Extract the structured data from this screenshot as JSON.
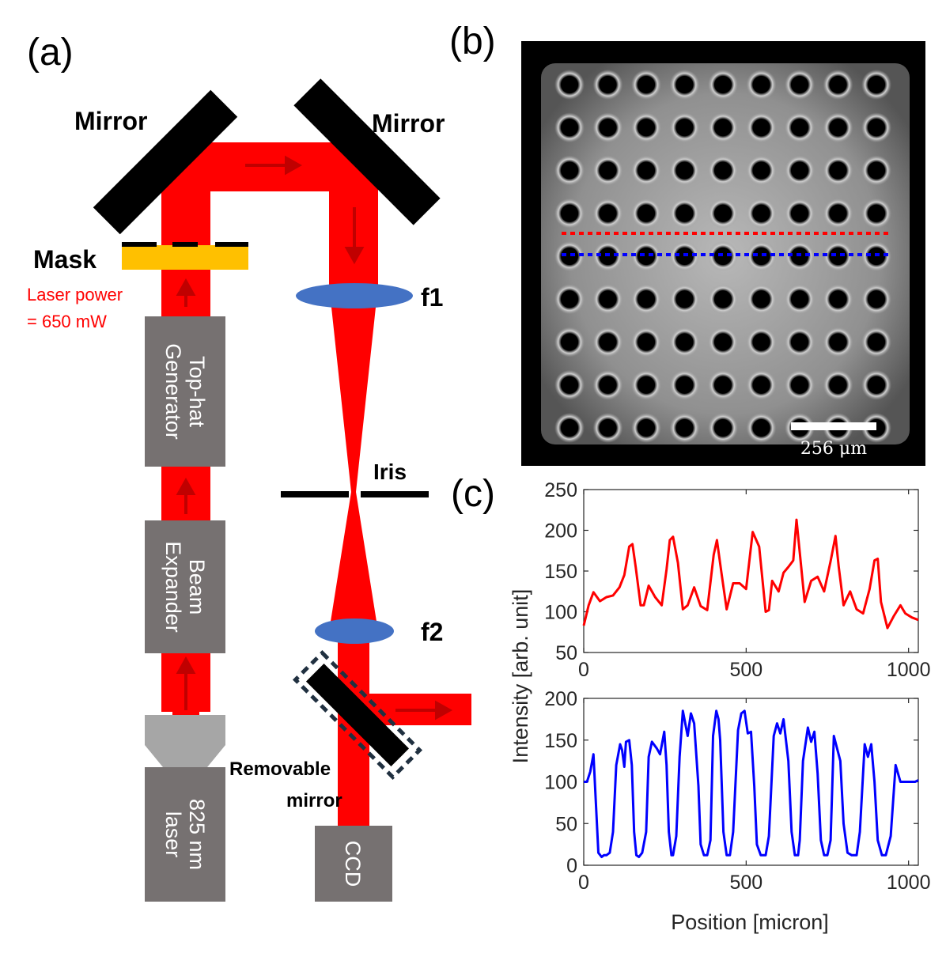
{
  "panels": {
    "a": "(a)",
    "b": "(b)",
    "c": "(c)"
  },
  "setup": {
    "mirror_left": "Mirror",
    "mirror_right": "Mirror",
    "mask": "Mask",
    "laser_power_line1": "Laser power",
    "laser_power_line2": "= 650 mW",
    "tophat_line1": "Top-hat",
    "tophat_line2": "Generator",
    "expander_line1": "Beam",
    "expander_line2": "Expander",
    "laser_line1": "825 nm",
    "laser_line2": "laser",
    "lens1": "f1",
    "lens2": "f2",
    "iris": "Iris",
    "removable_line1": "Removable",
    "removable_line2": "mirror",
    "ccd": "CCD",
    "colors": {
      "beam": "#ff0000",
      "arrow": "#c00000",
      "box": "#767171",
      "lens": "#4472c4",
      "mask_plate": "#ffc000",
      "mirror": "#000000"
    }
  },
  "image_panel": {
    "scale_bar_label": "256 μm",
    "grid_rows": 9,
    "grid_cols": 9,
    "line_colors": [
      "#ff0000",
      "#0000ff"
    ]
  },
  "chart_data": [
    {
      "type": "line",
      "color": "#ff0000",
      "xlim": [
        0,
        1030
      ],
      "ylim": [
        50,
        250
      ],
      "yticks": [
        50,
        100,
        150,
        200,
        250
      ],
      "xticks": [
        0,
        500,
        1000
      ],
      "x": [
        0,
        15,
        30,
        50,
        70,
        90,
        110,
        125,
        140,
        150,
        160,
        175,
        185,
        200,
        220,
        240,
        255,
        265,
        275,
        290,
        305,
        320,
        340,
        360,
        380,
        400,
        410,
        425,
        440,
        460,
        480,
        500,
        520,
        540,
        560,
        570,
        580,
        600,
        615,
        630,
        645,
        655,
        665,
        680,
        700,
        720,
        740,
        760,
        775,
        785,
        800,
        820,
        840,
        860,
        880,
        895,
        905,
        915,
        935,
        955,
        975,
        990,
        1010,
        1030
      ],
      "y": [
        83,
        108,
        124,
        113,
        118,
        120,
        130,
        145,
        180,
        183,
        155,
        108,
        108,
        132,
        118,
        108,
        152,
        188,
        192,
        160,
        103,
        108,
        130,
        107,
        102,
        170,
        188,
        145,
        103,
        135,
        135,
        128,
        198,
        180,
        100,
        102,
        138,
        125,
        148,
        155,
        163,
        213,
        173,
        112,
        138,
        143,
        125,
        162,
        193,
        155,
        108,
        125,
        103,
        98,
        128,
        163,
        165,
        112,
        80,
        95,
        108,
        98,
        93,
        90
      ]
    },
    {
      "type": "line",
      "color": "#0000ff",
      "xlim": [
        0,
        1030
      ],
      "ylim": [
        0,
        200
      ],
      "yticks": [
        0,
        50,
        100,
        150,
        200
      ],
      "xticks": [
        0,
        500,
        1000
      ],
      "xlabel": "Position [micron]",
      "ylabel": "Intensity [arb. unit]",
      "x": [
        0,
        10,
        20,
        30,
        38,
        45,
        55,
        62,
        70,
        80,
        90,
        100,
        112,
        118,
        125,
        130,
        140,
        148,
        155,
        162,
        170,
        180,
        192,
        200,
        210,
        225,
        235,
        248,
        255,
        262,
        270,
        275,
        285,
        295,
        305,
        320,
        330,
        340,
        353,
        360,
        370,
        380,
        390,
        398,
        408,
        415,
        420,
        430,
        440,
        450,
        460,
        475,
        485,
        495,
        505,
        515,
        525,
        533,
        545,
        560,
        570,
        585,
        595,
        605,
        615,
        630,
        640,
        650,
        660,
        665,
        675,
        690,
        700,
        710,
        720,
        730,
        740,
        750,
        760,
        770,
        780,
        790,
        800,
        812,
        825,
        840,
        850,
        865,
        875,
        885,
        895,
        905,
        918,
        930,
        945,
        960,
        975,
        990,
        1005,
        1020,
        1030
      ],
      "y": [
        100,
        100,
        112,
        133,
        70,
        15,
        10,
        12,
        12,
        15,
        40,
        120,
        145,
        138,
        118,
        148,
        150,
        120,
        40,
        12,
        10,
        15,
        40,
        130,
        148,
        140,
        133,
        160,
        120,
        40,
        12,
        12,
        35,
        130,
        185,
        155,
        182,
        170,
        95,
        25,
        12,
        12,
        30,
        155,
        185,
        175,
        150,
        40,
        12,
        12,
        40,
        162,
        182,
        185,
        158,
        160,
        95,
        25,
        12,
        12,
        35,
        155,
        170,
        158,
        175,
        125,
        40,
        12,
        12,
        30,
        125,
        165,
        148,
        160,
        110,
        30,
        12,
        12,
        30,
        155,
        140,
        125,
        50,
        15,
        12,
        12,
        40,
        145,
        130,
        145,
        100,
        30,
        12,
        12,
        35,
        120,
        100,
        100,
        100,
        100,
        102
      ]
    }
  ]
}
